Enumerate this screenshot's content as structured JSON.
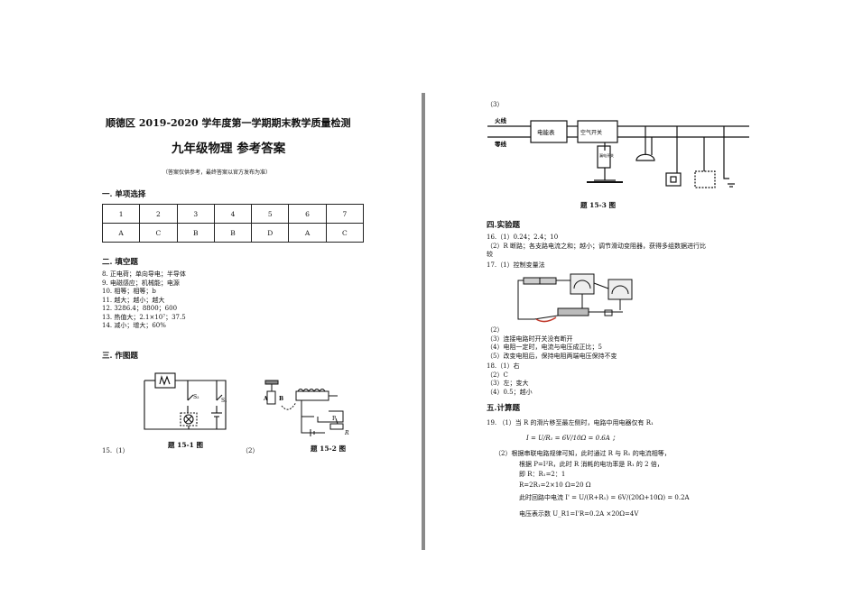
{
  "left": {
    "title": "顺德区 2019-2020 学年度第一学期期末教学质量检测",
    "subtitle": "九年级物理 参考答案",
    "note": "（答案仅供参考，最终答案以官方发布为准）",
    "sec1": "一. 单项选择",
    "table": {
      "numbers": [
        "1",
        "2",
        "3",
        "4",
        "5",
        "6",
        "7"
      ],
      "answers": [
        "A",
        "C",
        "B",
        "B",
        "D",
        "A",
        "C"
      ]
    },
    "sec2": "二. 填空题",
    "fill": [
      "8. 正电荷；单向导电；半导体",
      "9. 电磁感应；机械能；电源",
      "10. 相等；相等；b",
      "11. 越大；越小；越大",
      "12. 3286.4；8800；600",
      "13. 热值大；2.1×10⁷；37.5",
      "14. 减小；增大；60%"
    ],
    "sec3": "三. 作图题",
    "q15_label": "15.（1）",
    "q15_2_label": "（2）",
    "fig1_caption": "题 15-1 图",
    "fig2_caption": "题 15-2 图",
    "fig1_labels": {
      "s1": "S₁",
      "s2": "S₂"
    },
    "fig2_labels": {
      "a": "A",
      "b": "B",
      "p": "P",
      "r": "R"
    }
  },
  "right": {
    "q15_3_label": "（3）",
    "fig3": {
      "live": "火线",
      "neutral": "零线",
      "meter": "电能表",
      "breaker": "空气开关",
      "switch_box": "漏电开关",
      "caption": "题 15-3 图"
    },
    "sec4": "四.实验题",
    "q16": [
      "16.（1）0.24；2.4；10",
      "（2）R 断路；各支路电流之和；越小；调节滑动变阻器，获得多组数据进行比",
      "较"
    ],
    "q17_1": "17.（1）控制变量法",
    "q17_rest": [
      "（2）",
      "（3）连接电路时开关没有断开",
      "（4）电阻一定时，电流与电压成正比；5",
      "（5）改变电阻后，保持电阻两端电压保持不变"
    ],
    "q18": [
      "18.（1）右",
      "（2）C",
      "（3）左；变大",
      "（4）0.5；越小"
    ],
    "sec5": "五.计算题",
    "q19_1": "19. （1）当 R 的滑片移至最左侧时，电路中用电器仅有 R₁",
    "q19_formula1": "I = U/R₁ = 6V/10Ω = 0.6A ；",
    "q19_2": [
      "（2）根据串联电路规律可知，此时通过 R 与 R₁ 的电流相等，",
      "根据 P=I²R，此时 R 消耗的电功率是 R₁ 的 2 倍，",
      "即 R：R₁=2：1",
      "R=2R₁=2×10 Ω=20 Ω",
      "此时回路中电流 I' = U/(R+R₁) = 6V/(20Ω+10Ω) = 0.2A",
      "电压表示数 U_R1=I'R=0.2A ×20Ω=4V"
    ]
  }
}
